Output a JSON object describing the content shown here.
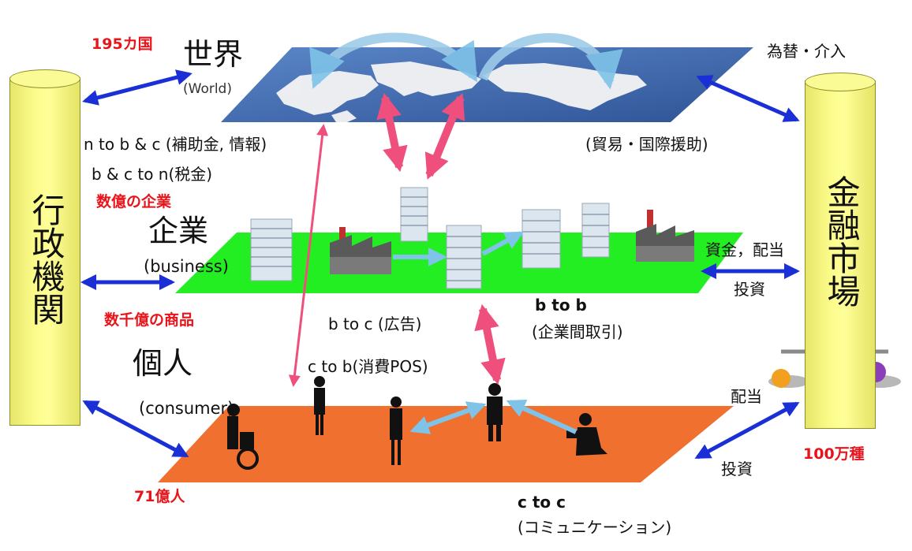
{
  "left_pillar": {
    "label": "行政機関",
    "count": "195カ国"
  },
  "right_pillar": {
    "label": "金融市場",
    "count": "100万種"
  },
  "world": {
    "title": "世界",
    "subtitle": "(World)",
    "right_label": "為替・介入",
    "trade_label": "(貿易・国際援助)"
  },
  "business": {
    "title": "企業",
    "subtitle": "(business)",
    "count": "数億の企業",
    "goods": "数千億の商品",
    "fund_label": "資金，配当",
    "invest_label": "投資"
  },
  "consumer": {
    "title": "個人",
    "subtitle": "(consumer)",
    "count": "71億人",
    "dividend_label": "配当",
    "invest_label": "投資"
  },
  "flows": {
    "n_to_bc": "n to b & c (補助金, 情報)",
    "bc_to_n": "b & c to n(税金)",
    "b_to_c": "b to c (広告)",
    "c_to_b": "c to b(消費POS)",
    "b_to_b_title": "b to b",
    "b_to_b_sub": "(企業間取引)",
    "c_to_c_title": "c to c",
    "c_to_c_sub": "(コミュニケーション)"
  },
  "colors": {
    "world_plane": "#4a72b6",
    "business_plane": "#22ee22",
    "consumer_plane": "#f07030",
    "pillar": "#ffff99",
    "flow_arrow": "#ef4f7d",
    "link_arrow": "#1a2fd6",
    "highlight": "#e8141a"
  }
}
